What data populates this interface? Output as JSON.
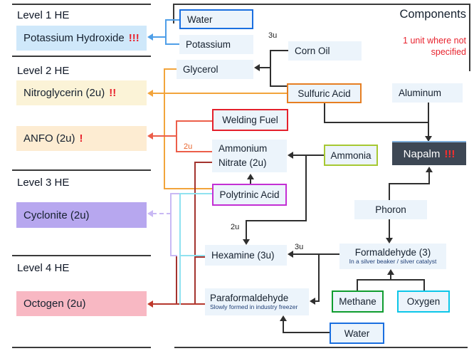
{
  "title": "Components",
  "unit_note_line1": "1 unit where not",
  "unit_note_line2": "specified",
  "levels": {
    "l1": "Level 1 HE",
    "l2": "Level 2 HE",
    "l3": "Level 3 HE",
    "l4": "Level 4 HE"
  },
  "products": {
    "potassium_hydroxide": {
      "label": "Potassium Hydroxide",
      "marks": "!!!"
    },
    "nitroglycerin": {
      "label": "Nitroglycerin (2u)",
      "marks": "!!"
    },
    "anfo": {
      "label": "ANFO (2u)",
      "marks": "!"
    },
    "cyclonite": {
      "label": "Cyclonite (2u)"
    },
    "octogen": {
      "label": "Octogen (2u)"
    }
  },
  "components": {
    "water_top": "Water",
    "potassium": "Potassium",
    "corn_oil": "Corn Oil",
    "glycerol": "Glycerol",
    "sulfuric_acid": "Sulfuric Acid",
    "aluminum": "Aluminum",
    "welding_fuel": "Welding Fuel",
    "ammonium_nitrate": "Ammonium Nitrate (2u)",
    "ammonia": "Ammonia",
    "napalm": {
      "label": "Napalm",
      "marks": "!!!"
    },
    "polytrinic_acid": "Polytrinic Acid",
    "phoron": "Phoron",
    "hexamine": "Hexamine (3u)",
    "formaldehyde": {
      "label": "Formaldehyde (3)",
      "caption": "In a silver beaker / silver catalyst"
    },
    "methane": "Methane",
    "oxygen": "Oxygen",
    "paraformaldehyde": {
      "label": "Paraformaldehyde",
      "caption": "Slowly formed in industry freezer"
    },
    "water_bottom": "Water"
  },
  "edge_labels": {
    "corn_oil_units": "3u",
    "formaldehyde_units": "3u",
    "ammonia_to_hexamine_units": "2u",
    "ammonium_nitrate_to_anfo_units": "2u"
  },
  "colors": {
    "blue_line": "#4f9fe8",
    "orange_line": "#f2a43c",
    "salmon_line": "#ec5e4a",
    "maroon_line": "#a3332e",
    "lavender_line": "#c9b9f4",
    "cyan_line": "#90e2f0",
    "black_line": "#2f2f2f",
    "alert_red": "#e8232e",
    "unit_orange": "#e8642c",
    "water_border": "#1a6fe0",
    "sulfuric_border": "#e67e22",
    "welding_border": "#e4202c",
    "ammonia_border": "#a6c832",
    "polytrinic_border": "#c32fd4",
    "methane_border": "#0f9d2f",
    "oxygen_border": "#0cc6e8",
    "napalm_bg": "#3d4754"
  }
}
